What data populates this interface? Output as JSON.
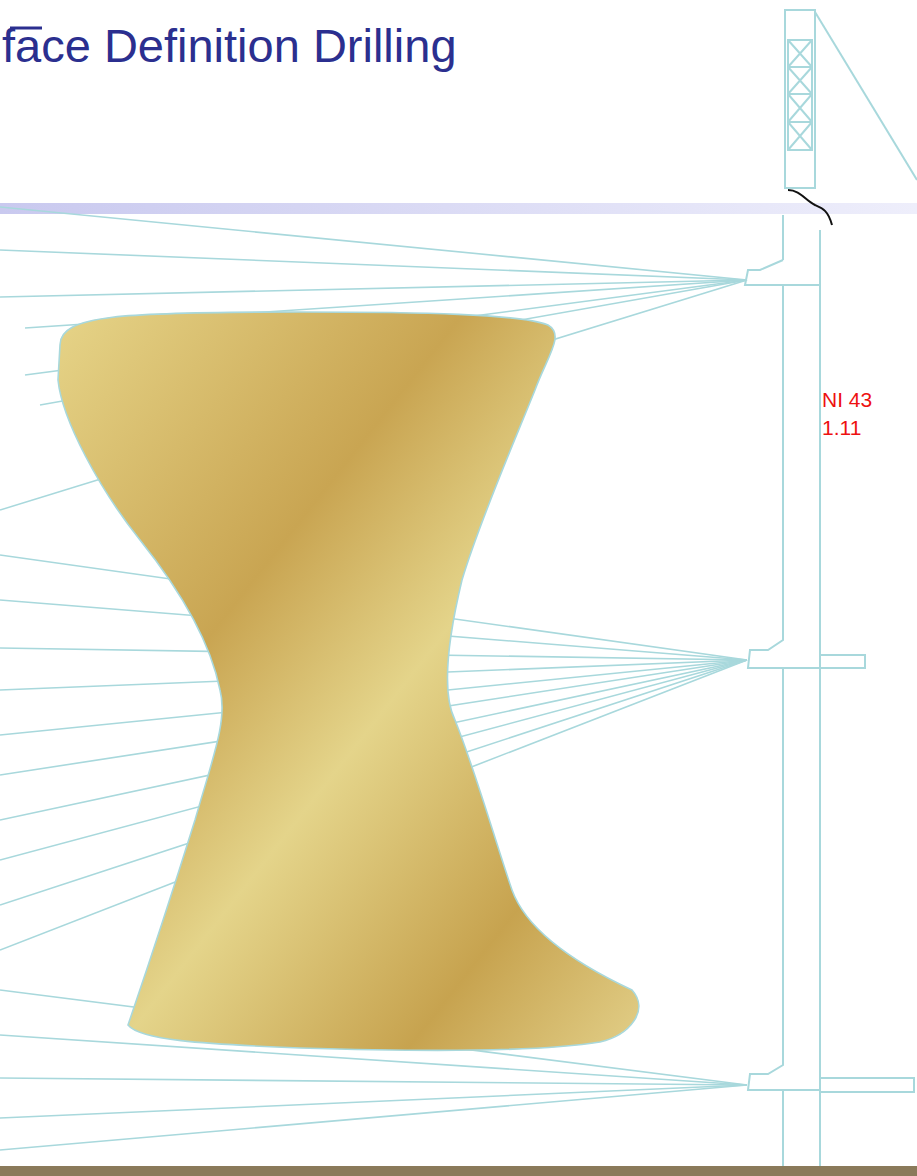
{
  "diagram": {
    "title": "face Definition Drilling",
    "labels": [
      "NI 43",
      "1.11"
    ]
  }
}
